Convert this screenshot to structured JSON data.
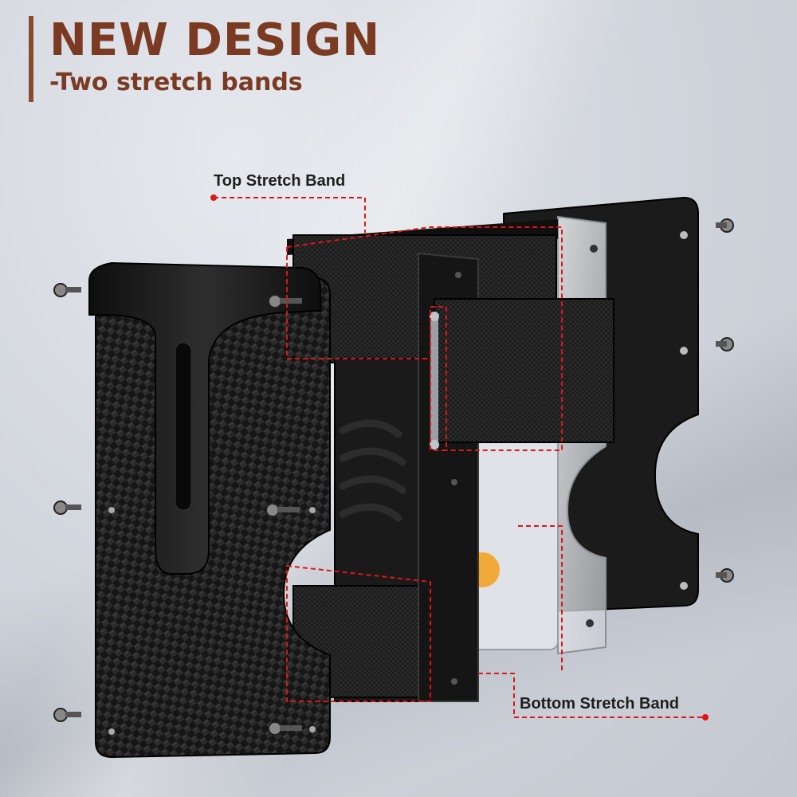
{
  "header": {
    "title": "NEW DESIGN",
    "subtitle": "-Two stretch bands"
  },
  "callouts": {
    "top": "Top Stretch Band",
    "bottom": "Bottom Stretch Band"
  },
  "colors": {
    "title_brown": "#7a3b22",
    "accent_bar": "#8a4a2e",
    "callout_red": "#e01515",
    "wallet_black": "#141414"
  }
}
